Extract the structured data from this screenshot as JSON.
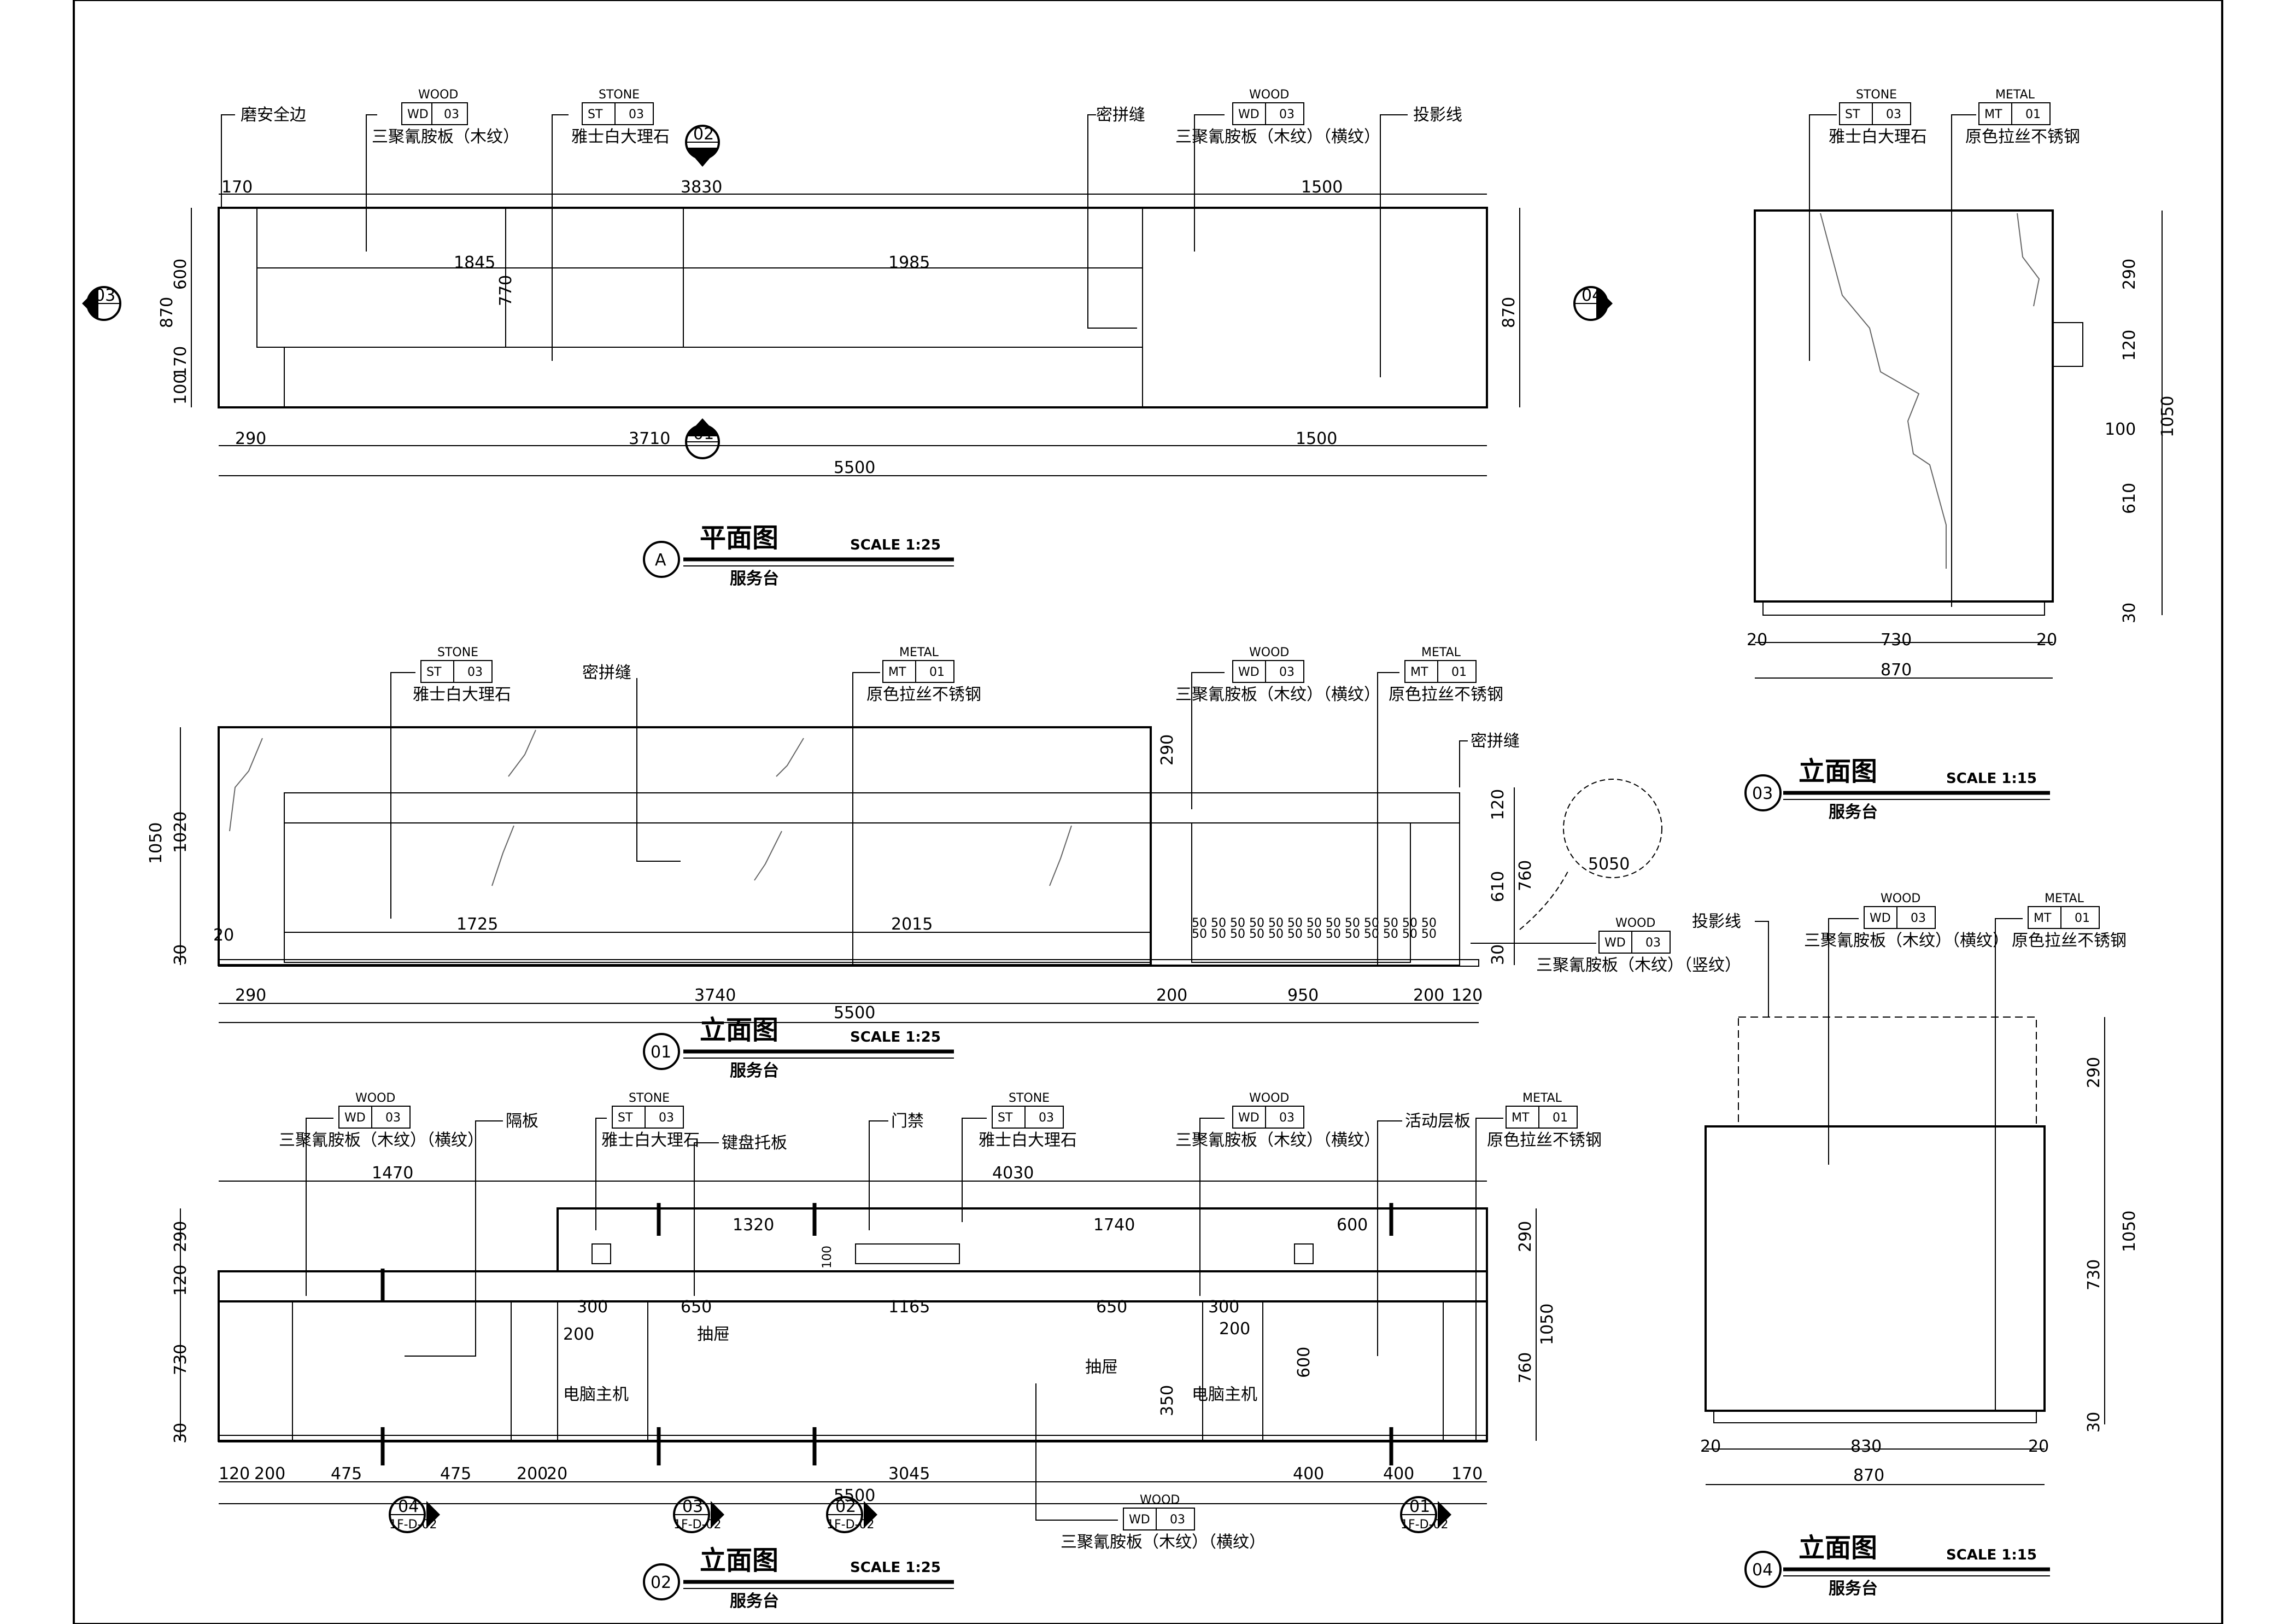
{
  "plan_a": {
    "title": "平面图",
    "number": "A",
    "subtitle": "服务台",
    "scale": "SCALE  1:25",
    "labels": {
      "edge": "磨安全边",
      "wood_cat": "WOOD",
      "wood_code": "WD",
      "wood_no": "03",
      "wood_desc": "三聚氰胺板（木纹）",
      "stone_cat": "STONE",
      "stone_code": "ST",
      "stone_no": "03",
      "stone_desc": "雅士白大理石",
      "seam": "密拼缝",
      "wood2_cat": "WOOD",
      "wood2_code": "WD",
      "wood2_no": "03",
      "wood2_desc": "三聚氰胺板（木纹）（横纹）",
      "proj": "投影线"
    },
    "dims": {
      "top_170": "170",
      "top_3830": "3830",
      "top_1500": "1500",
      "in_1845": "1845",
      "in_1985": "1985",
      "in_770": "770",
      "left_600": "600",
      "left_870": "870",
      "left_170": "170",
      "left_100": "100",
      "right_870": "870",
      "b_290": "290",
      "b_3710": "3710",
      "b_1500": "1500",
      "b_5500": "5500"
    },
    "markers": {
      "m02": "02",
      "m01": "01",
      "m03": "03",
      "m04": "04"
    }
  },
  "elev_01": {
    "title": "立面图",
    "number": "01",
    "subtitle": "服务台",
    "scale": "SCALE  1:25",
    "labels": {
      "stone_cat": "STONE",
      "stone_code": "ST",
      "stone_no": "03",
      "stone_desc": "雅士白大理石",
      "seam": "密拼缝",
      "metal_cat": "METAL",
      "metal_code": "MT",
      "metal_no": "01",
      "metal_desc": "原色拉丝不锈钢",
      "wood_cat": "WOOD",
      "wood_code": "WD",
      "wood_no": "03",
      "wood_desc": "三聚氰胺板（木纹）（横纹）",
      "metal2_cat": "METAL",
      "metal2_code": "MT",
      "metal2_no": "01",
      "metal2_desc": "原色拉丝不锈钢",
      "seam2": "密拼缝",
      "wood3_cat": "WOOD",
      "wood3_code": "WD",
      "wood3_no": "03",
      "wood3_desc": "三聚氰胺板（木纹）（竖纹）"
    },
    "dims": {
      "l_1050": "1050",
      "l_1020": "1020",
      "l_20": "20",
      "l_30": "30",
      "r_290": "290",
      "r_120": "120",
      "r_610": "610",
      "r_760": "760",
      "r_30": "30",
      "in_1725": "1725",
      "in_2015": "2015",
      "b_290": "290",
      "b_3740": "3740",
      "b_200": "200",
      "b_950": "950",
      "b_200b": "200",
      "b_120": "120",
      "b_5500": "5500",
      "slats": "50 50 50 50 50 50 50 50 50 50 50 50 50",
      "detail": "5050"
    }
  },
  "elev_02": {
    "title": "立面图",
    "number": "02",
    "subtitle": "服务台",
    "scale": "SCALE  1:25",
    "labels": {
      "wood_cat": "WOOD",
      "wood_code": "WD",
      "wood_no": "03",
      "wood_desc": "三聚氰胺板（木纹）（横纹）",
      "partition": "隔板",
      "stone_cat": "STONE",
      "stone_code": "ST",
      "stone_no": "03",
      "stone_desc": "雅士白大理石",
      "keyboard": "键盘托板",
      "door": "门禁",
      "stone2_cat": "STONE",
      "stone2_code": "ST",
      "stone2_no": "03",
      "stone2_desc": "雅士白大理石",
      "wood2_cat": "WOOD",
      "wood2_code": "WD",
      "wood2_no": "03",
      "wood2_desc": "三聚氰胺板（木纹）（横纹）",
      "shelf": "活动层板",
      "metal_cat": "METAL",
      "metal_code": "MT",
      "metal_no": "01",
      "metal_desc": "原色拉丝不锈钢",
      "drawer1": "抽屉",
      "drawer2": "抽屉",
      "pc1": "电脑主机",
      "pc2": "电脑主机",
      "wood3_cat": "WOOD",
      "wood3_code": "WD",
      "wood3_no": "03",
      "wood3_desc": "三聚氰胺板（木纹）（横纹）"
    },
    "dims": {
      "t_1470": "1470",
      "t_4030": "4030",
      "i_1320": "1320",
      "i_1740": "1740",
      "i_600": "600",
      "i_300": "300",
      "i_650": "650",
      "i_1165": "1165",
      "i_650b": "650",
      "i_300b": "300",
      "i_200": "200",
      "i_200b": "200",
      "i_100": "100",
      "i_600b": "600",
      "i_350": "350",
      "l_290": "290",
      "l_120": "120",
      "l_730": "730",
      "l_30": "30",
      "r_290": "290",
      "r_1050": "1050",
      "r_760": "760",
      "b_120": "120",
      "b_200": "200",
      "b_475": "475",
      "b_475b": "475",
      "b_200b": "200",
      "b_20": "20",
      "b_3045": "3045",
      "b_400": "400",
      "b_400b": "400",
      "b_170": "170",
      "b_5500": "5500"
    },
    "sections": [
      {
        "no": "04",
        "ref": "1F-D-02"
      },
      {
        "no": "03",
        "ref": "1F-D-02"
      },
      {
        "no": "02",
        "ref": "1F-D-02"
      },
      {
        "no": "01",
        "ref": "1F-D-02"
      }
    ]
  },
  "elev_03": {
    "title": "立面图",
    "number": "03",
    "subtitle": "服务台",
    "scale": "SCALE  1:15",
    "labels": {
      "stone_cat": "STONE",
      "stone_code": "ST",
      "stone_no": "03",
      "stone_desc": "雅士白大理石",
      "metal_cat": "METAL",
      "metal_code": "MT",
      "metal_no": "01",
      "metal_desc": "原色拉丝不锈钢"
    },
    "dims": {
      "r_290": "290",
      "r_120": "120",
      "r_100": "100",
      "r_610": "610",
      "r_30": "30",
      "r_1050": "1050",
      "b_20": "20",
      "b_730": "730",
      "b_20b": "20",
      "b_870": "870"
    }
  },
  "elev_04": {
    "title": "立面图",
    "number": "04",
    "subtitle": "服务台",
    "scale": "SCALE  1:15",
    "labels": {
      "proj": "投影线",
      "wood_cat": "WOOD",
      "wood_code": "WD",
      "wood_no": "03",
      "wood_desc": "三聚氰胺板（木纹）（横纹）",
      "metal_cat": "METAL",
      "metal_code": "MT",
      "metal_no": "01",
      "metal_desc": "原色拉丝不锈钢"
    },
    "dims": {
      "r_290": "290",
      "r_730": "730",
      "r_30": "30",
      "r_1050": "1050",
      "b_20": "20",
      "b_830": "830",
      "b_20b": "20",
      "b_870": "870"
    }
  }
}
